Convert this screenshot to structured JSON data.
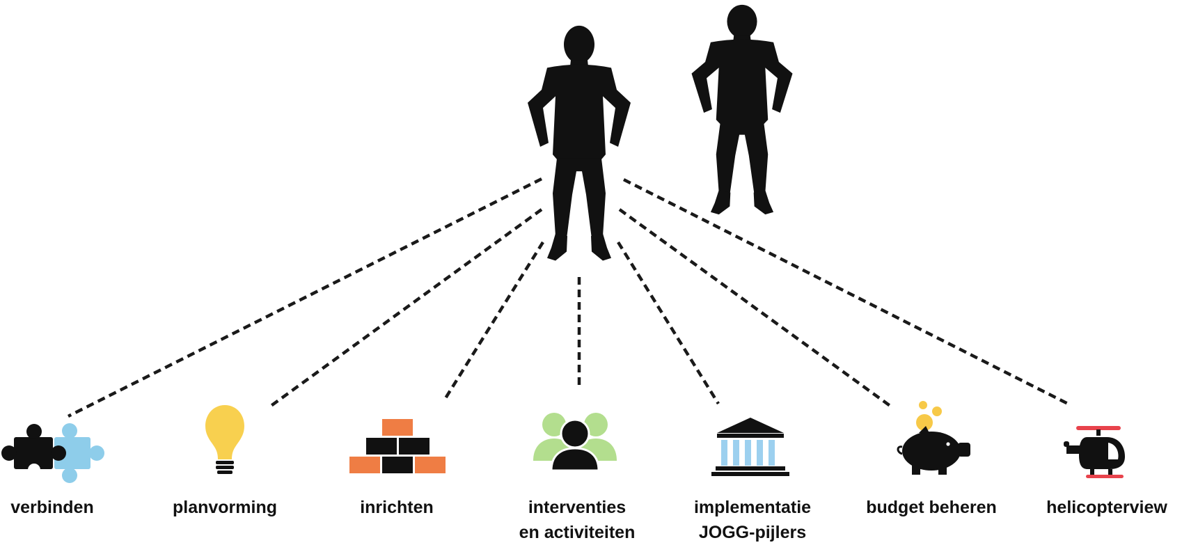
{
  "colors": {
    "silhouette": "#111111",
    "puzzle_blue": "#8ecdea",
    "bulb_yellow": "#f8d04f",
    "brick_orange": "#ef7d44",
    "people_green": "#b3de8e",
    "pillar_blue": "#9cd0ef",
    "coin_yellow": "#f7c948",
    "heli_red": "#e8434c"
  },
  "roles": [
    {
      "id": "verbinden",
      "icon": "puzzle-icon",
      "lines": [
        "verbinden"
      ]
    },
    {
      "id": "planvorming",
      "icon": "lightbulb-icon",
      "lines": [
        "planvorming"
      ]
    },
    {
      "id": "inrichten",
      "icon": "brick-wall-icon",
      "lines": [
        "inrichten"
      ]
    },
    {
      "id": "interventies",
      "icon": "people-group-icon",
      "lines": [
        "interventies",
        "en activiteiten"
      ]
    },
    {
      "id": "implementatie",
      "icon": "classical-building-icon",
      "lines": [
        "implementatie",
        "JOGG-pijlers"
      ]
    },
    {
      "id": "budget",
      "icon": "piggy-bank-icon",
      "lines": [
        "budget beheren"
      ]
    },
    {
      "id": "helicopterview",
      "icon": "helicopter-icon",
      "lines": [
        "helicopterview"
      ]
    }
  ]
}
